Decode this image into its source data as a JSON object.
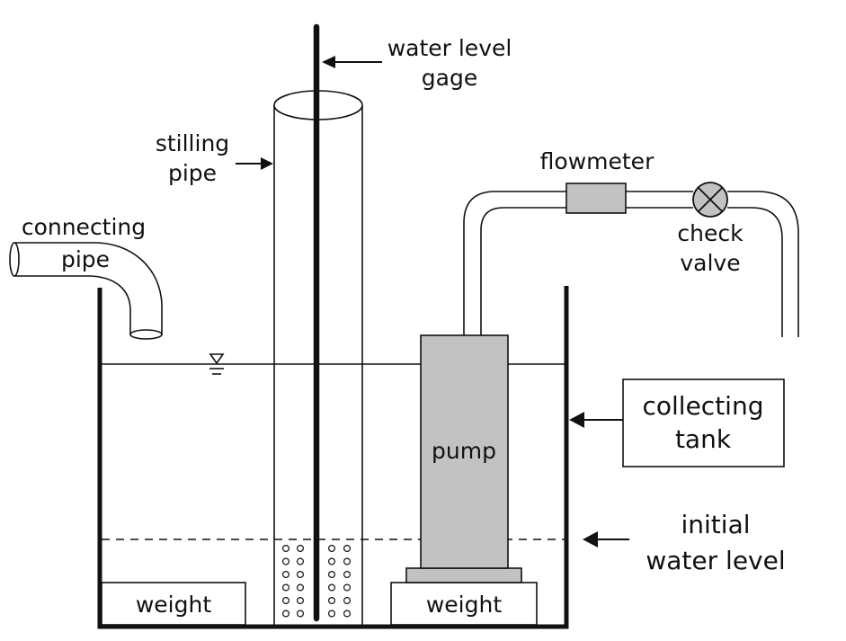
{
  "labels": {
    "water_level_gage": [
      "water level",
      "gage"
    ],
    "stilling_pipe": [
      "stilling",
      "pipe"
    ],
    "connecting_pipe": [
      "connecting",
      "pipe"
    ],
    "flowmeter": "flowmeter",
    "check_valve": [
      "check",
      "valve"
    ],
    "pump": "pump",
    "collecting_tank": [
      "collecting",
      "tank"
    ],
    "initial_water_level": [
      "initial",
      "water level"
    ],
    "weight_left": "weight",
    "weight_right": "weight"
  },
  "colors": {
    "line": "#111111",
    "fill_gray": "#c2c2c2",
    "background": "#ffffff"
  },
  "icons": {
    "water_surface": "water-surface-symbol",
    "check_valve": "valve-x-symbol"
  }
}
